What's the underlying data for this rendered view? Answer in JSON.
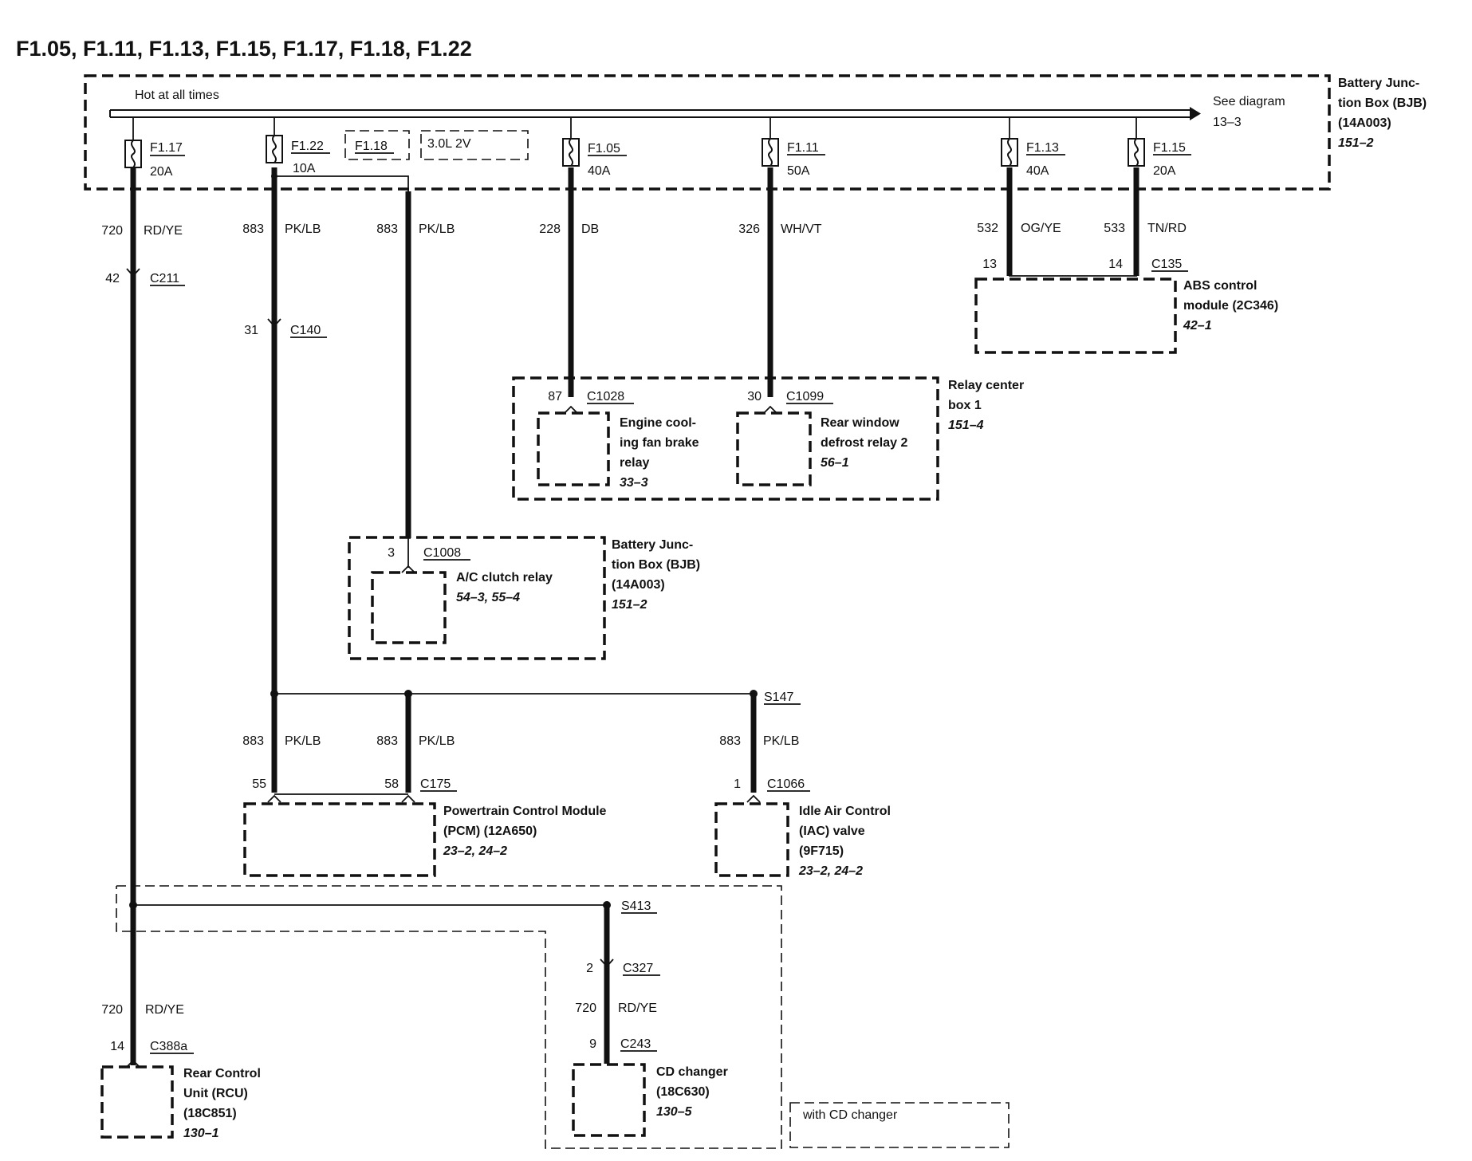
{
  "title": "F1.05, F1.11, F1.13, F1.15, F1.17, F1.18, F1.22",
  "bus": {
    "label": "Hot at all times",
    "see_diagram": [
      "See diagram",
      "13–3"
    ]
  },
  "bjb_top": [
    "Battery Junc-",
    "tion Box (BJB)",
    "(14A003)"
  ],
  "bjb_top_ref": "151–2",
  "fuses": {
    "f117": {
      "name": "F1.17",
      "rating": "20A"
    },
    "f122": {
      "name": "F1.22",
      "rating": "10A"
    },
    "f118": {
      "name": "F1.18"
    },
    "engine_opt": "3.0L 2V",
    "f105": {
      "name": "F1.05",
      "rating": "40A"
    },
    "f111": {
      "name": "F1.11",
      "rating": "50A"
    },
    "f113": {
      "name": "F1.13",
      "rating": "40A"
    },
    "f115": {
      "name": "F1.15",
      "rating": "20A"
    }
  },
  "wires": {
    "w720a": {
      "circuit": "720",
      "color": "RD/YE"
    },
    "w883a": {
      "circuit": "883",
      "color": "PK/LB"
    },
    "w883b": {
      "circuit": "883",
      "color": "PK/LB"
    },
    "w228": {
      "circuit": "228",
      "color": "DB"
    },
    "w326": {
      "circuit": "326",
      "color": "WH/VT"
    },
    "w532": {
      "circuit": "532",
      "color": "OG/YE"
    },
    "w533": {
      "circuit": "533",
      "color": "TN/RD"
    },
    "w883c": {
      "circuit": "883",
      "color": "PK/LB"
    },
    "w883d": {
      "circuit": "883",
      "color": "PK/LB"
    },
    "w883e": {
      "circuit": "883",
      "color": "PK/LB"
    },
    "w720b": {
      "circuit": "720",
      "color": "RD/YE"
    },
    "w720c": {
      "circuit": "720",
      "color": "RD/YE"
    }
  },
  "connectors": {
    "c211": {
      "pin": "42",
      "name": "C211"
    },
    "c140": {
      "pin": "31",
      "name": "C140"
    },
    "c135": {
      "pin_a": "13",
      "pin_b": "14",
      "name": "C135"
    },
    "c1028": {
      "pin": "87",
      "name": "C1028"
    },
    "c1099": {
      "pin": "30",
      "name": "C1099"
    },
    "c1008": {
      "pin": "3",
      "name": "C1008"
    },
    "s147": {
      "name": "S147"
    },
    "c175": {
      "pin_a": "55",
      "pin_b": "58",
      "name": "C175"
    },
    "c1066": {
      "pin": "1",
      "name": "C1066"
    },
    "s413": {
      "name": "S413"
    },
    "c327": {
      "pin": "2",
      "name": "C327"
    },
    "c243": {
      "pin": "9",
      "name": "C243"
    },
    "c388a": {
      "pin": "14",
      "name": "C388a"
    }
  },
  "components": {
    "abs": {
      "lines": [
        "ABS control",
        "module (2C346)"
      ],
      "ref": "42–1"
    },
    "relay_center": {
      "lines": [
        "Relay center",
        "box 1"
      ],
      "ref": "151–4"
    },
    "fan_relay": {
      "lines": [
        "Engine cool-",
        "ing fan brake",
        "relay"
      ],
      "ref": "33–3"
    },
    "defrost_relay": {
      "lines": [
        "Rear window",
        "defrost relay 2"
      ],
      "ref": "56–1"
    },
    "bjb_mid": {
      "lines": [
        "Battery Junc-",
        "tion Box (BJB)",
        "(14A003)"
      ],
      "ref": "151–2"
    },
    "ac_relay": {
      "lines": [
        "A/C clutch relay"
      ],
      "ref": "54–3, 55–4"
    },
    "pcm": {
      "lines": [
        "Powertrain Control Module",
        "(PCM) (12A650)"
      ],
      "ref": "23–2, 24–2"
    },
    "iac": {
      "lines": [
        "Idle Air Control",
        "(IAC) valve",
        "(9F715)"
      ],
      "ref": "23–2, 24–2"
    },
    "rcu": {
      "lines": [
        "Rear Control",
        "Unit (RCU)",
        "(18C851)"
      ],
      "ref": "130–1"
    },
    "cd": {
      "lines": [
        "CD changer",
        "(18C630)"
      ],
      "ref": "130–5"
    },
    "cd_option": "with CD changer"
  }
}
